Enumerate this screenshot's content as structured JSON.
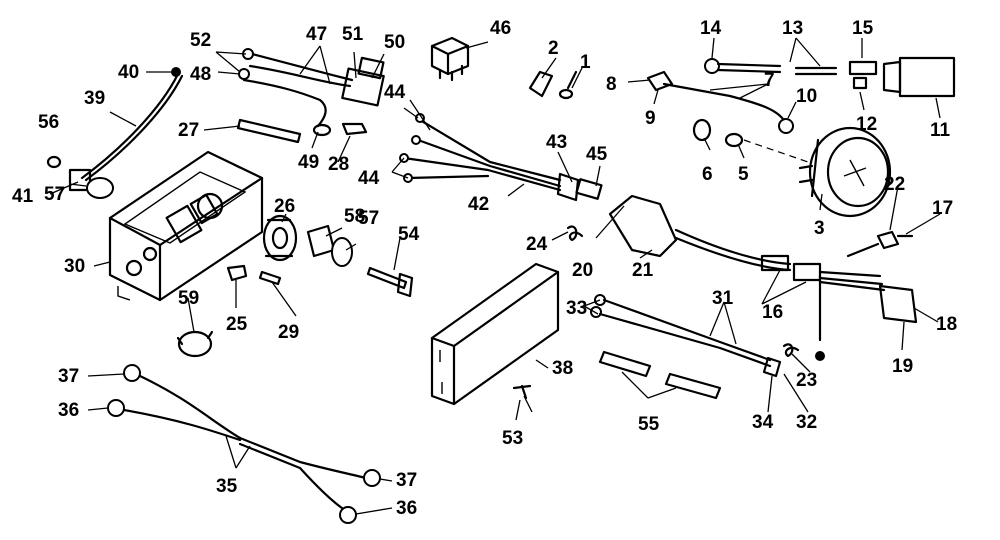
{
  "callouts": [
    "1",
    "2",
    "3",
    "5",
    "6",
    "7",
    "8",
    "9",
    "10",
    "11",
    "12",
    "13",
    "14",
    "15",
    "16",
    "17",
    "18",
    "19",
    "20",
    "21",
    "22",
    "23",
    "24",
    "25",
    "26",
    "27",
    "28",
    "29",
    "30",
    "31",
    "32",
    "33",
    "34",
    "35",
    "36",
    "37",
    "38",
    "39",
    "40",
    "41",
    "42",
    "43",
    "44",
    "45",
    "46",
    "47",
    "48",
    "49",
    "50",
    "51",
    "52",
    "53",
    "54",
    "55",
    "56",
    "57",
    "58",
    "59"
  ]
}
